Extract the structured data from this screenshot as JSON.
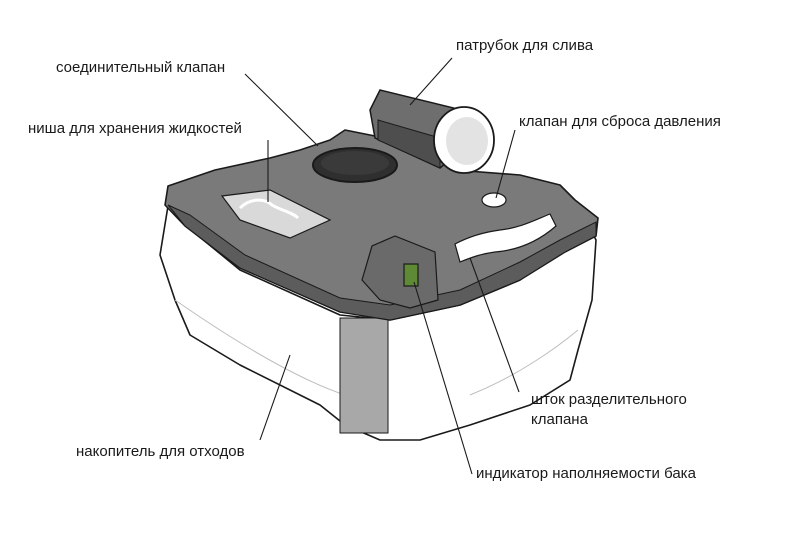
{
  "labels": {
    "drain_spout": "патрубок для слива",
    "connecting_valve": "соединительный клапан",
    "fluid_storage_niche": "ниша для хранения жидкостей",
    "pressure_relief_valve": "клапан для сброса давления",
    "separating_valve_rod_line1": "шток разделительного",
    "separating_valve_rod_line2": "клапана",
    "waste_tank": "накопитель для отходов",
    "fill_level_indicator": "индикатор наполняемости бака"
  },
  "colors": {
    "lid_top": "#7a7a7a",
    "lid_dark": "#5c5c5c",
    "tank_body": "#ffffff",
    "niche_fill": "#d9d9d9",
    "indicator_green": "#5f8a35",
    "level_window": "#a8a8a8",
    "outline": "#1a1a1a"
  }
}
